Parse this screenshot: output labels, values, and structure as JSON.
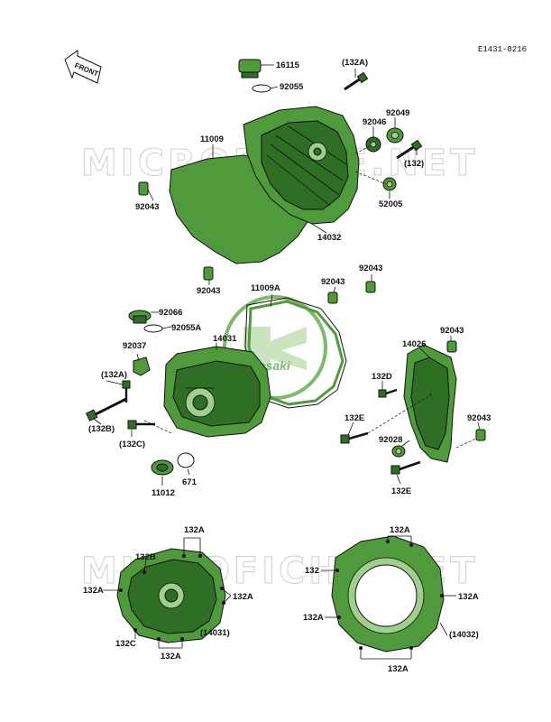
{
  "drawing_code": "E1431-0216",
  "front_label": "FRONT",
  "logo_text": "Kawasaki",
  "watermark": "MICROFICHE.NET",
  "colors": {
    "part": "#4f9a3b",
    "part_dark": "#2f6e25",
    "ink": "#111111"
  },
  "labels": {
    "l16115": "16115",
    "l132A_top": "(132A)",
    "l92055": "92055",
    "l92049": "92049",
    "l92046": "92046",
    "l132_paren": "(132)",
    "l11009": "11009",
    "l92043_a": "92043",
    "l52005": "52005",
    "l14032": "14032",
    "l92043_b": "92043",
    "l92043_c": "92043",
    "l11009A": "11009A",
    "l92043_d": "92043",
    "l92066": "92066",
    "l92055A": "92055A",
    "l14031": "14031",
    "l92037": "92037",
    "l132A_mid": "(132A)",
    "l14026": "14026",
    "l92043_e": "92043",
    "l132D": "132D",
    "l132B_paren": "(132B)",
    "l132C_paren": "(132C)",
    "l132E_a": "132E",
    "l92043_f": "92043",
    "l92028": "92028",
    "l132E_b": "132E",
    "l11012": "11012",
    "l671": "671",
    "bl_132A_top": "132A",
    "bl_132B": "132B",
    "bl_132A_left": "132A",
    "bl_132A_right": "132A",
    "bl_14031": "(14031)",
    "bl_132C": "132C",
    "bl_132A_bottom": "132A",
    "br_132A_top": "132A",
    "br_132": "132",
    "br_132A_right": "132A",
    "br_132A_left": "132A",
    "br_14032": "(14032)",
    "br_132A_bottom": "132A"
  }
}
